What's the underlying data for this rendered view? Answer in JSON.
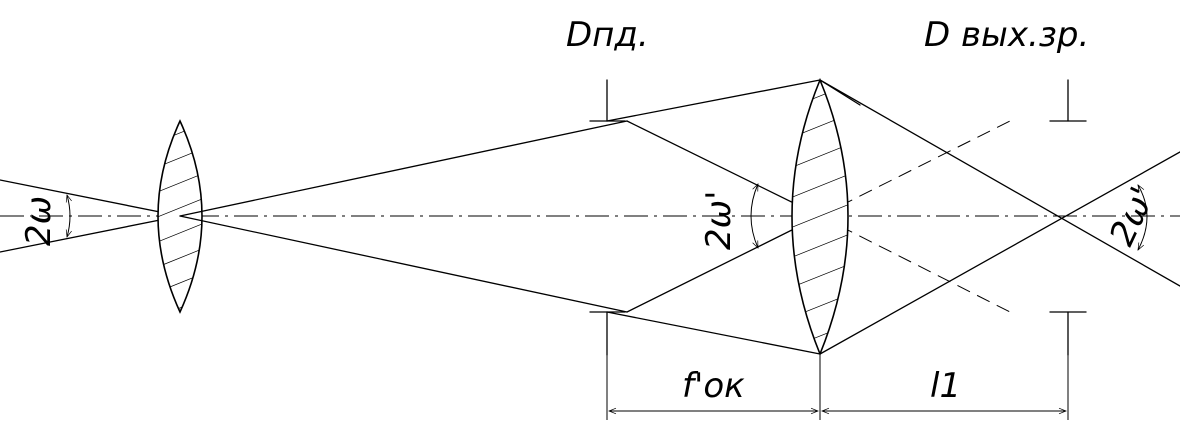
{
  "labels": {
    "field_stop": "Dпд.",
    "exit_pupil": "D вых.зр.",
    "focal_length": "f'ок",
    "distance": "l1",
    "angle_object": "2ω",
    "angle_image_field_stop": "2ω'",
    "angle_image_exit": "2ω'"
  }
}
